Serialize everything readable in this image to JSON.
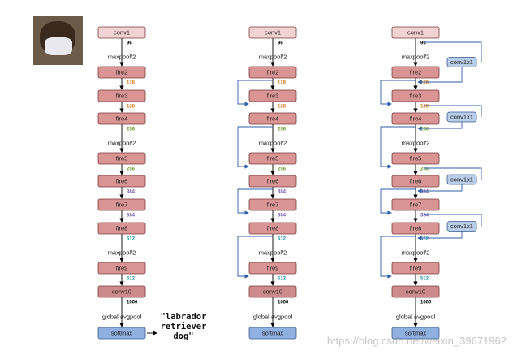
{
  "layers": [
    "conv1",
    "fire2",
    "fire3",
    "fire4",
    "fire5",
    "fire6",
    "fire7",
    "fire8",
    "fire9",
    "conv10",
    "softmax"
  ],
  "channels": {
    "conv1": "96",
    "fire2": "128",
    "fire3": "128",
    "fire4": "256",
    "fire5": "256",
    "fire6": "384",
    "fire7": "384",
    "fire8": "512",
    "fire9": "512",
    "conv10": "1000"
  },
  "channel_colors": {
    "96": "#000000",
    "128": "#e07b1a",
    "256": "#6a9a2a",
    "384": "#7a5ab0",
    "512": "#1a8fa0",
    "1000": "#000000"
  },
  "notes": {
    "maxpool": "maxpool/2",
    "gap": "global avgpool"
  },
  "bypass_label": "conv1x1",
  "prediction": [
    "\"labrador",
    "retriever",
    "dog\""
  ],
  "input_image": "dog-with-mask-photo",
  "watermark": "https://blog.csdn.net/weixin_39671962"
}
